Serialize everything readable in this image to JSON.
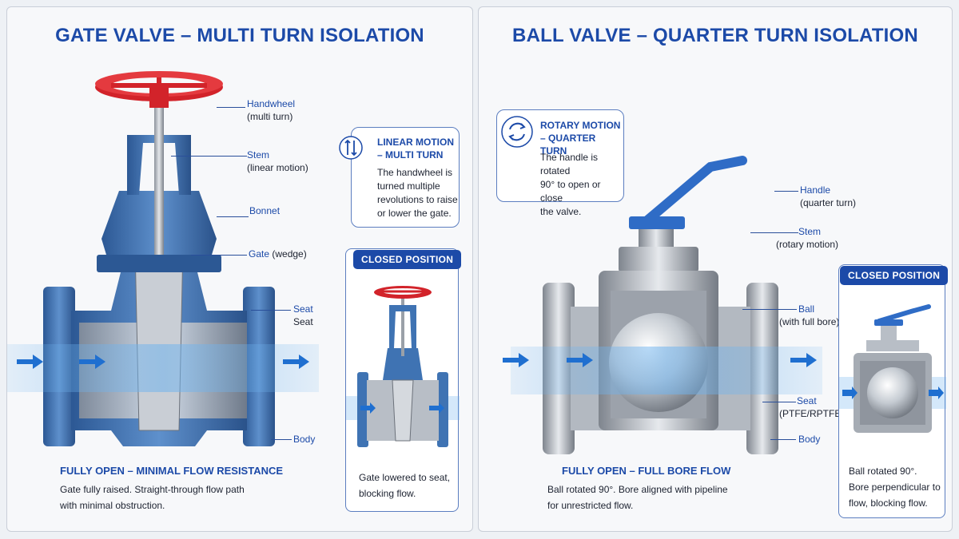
{
  "gate": {
    "title": "GATE VALVE – MULTI TURN ISOLATION",
    "labels": {
      "handwheel": "Handwheel",
      "handwheel_sub": "(multi turn)",
      "stem": "Stem",
      "stem_sub": "(linear motion)",
      "bonnet": "Bonnet",
      "gate": "Gate",
      "gate_sub": "(wedge)",
      "seat1": "Seat",
      "seat2": "Seat",
      "body": "Body"
    },
    "motion_card": {
      "title_line1": "LINEAR MOTION",
      "title_line2": "– MULTI TURN",
      "text": [
        "The handwheel is",
        "turned multiple",
        "revolutions to raise",
        "or lower the gate."
      ]
    },
    "closed": {
      "badge": "CLOSED POSITION",
      "text": [
        "Gate lowered to seat,",
        "blocking flow."
      ]
    },
    "open": {
      "title": "FULLY OPEN – MINIMAL FLOW RESISTANCE",
      "text": [
        "Gate fully raised. Straight-through flow path",
        "with minimal obstruction."
      ]
    }
  },
  "ball": {
    "title": "BALL VALVE – QUARTER TURN ISOLATION",
    "labels": {
      "handle": "Handle",
      "handle_sub": "(quarter turn)",
      "stem": "Stem",
      "stem_sub": "(rotary motion)",
      "ball": "Ball",
      "ball_sub": "(with full bore)",
      "seat": "Seat",
      "seat_sub": "(PTFE/RPTFE)",
      "body": "Body"
    },
    "motion_card": {
      "title_line1": "ROTARY MOTION",
      "title_line2": "– QUARTER TURN",
      "text": [
        "The handle is rotated",
        "90° to open or close",
        "the valve."
      ]
    },
    "closed": {
      "badge": "CLOSED POSITION",
      "text": [
        "Ball rotated 90°.",
        "Bore perpendicular to",
        "flow, blocking flow."
      ]
    },
    "open": {
      "title": "FULLY OPEN – FULL BORE FLOW",
      "text": [
        "Ball rotated 90°. Bore aligned with pipeline",
        "for unrestricted flow."
      ]
    }
  },
  "icons": {
    "linear": "vertical-double-arrow-icon",
    "rotary": "circular-arrows-icon",
    "flow": "flow-arrow-icon"
  },
  "colors": {
    "accent": "#1c4aa8",
    "valve_blue": "#3f73b3",
    "handwheel_red": "#d2232a",
    "steel": "#aeb4bd",
    "flow_blue": "#6fb3ee"
  }
}
